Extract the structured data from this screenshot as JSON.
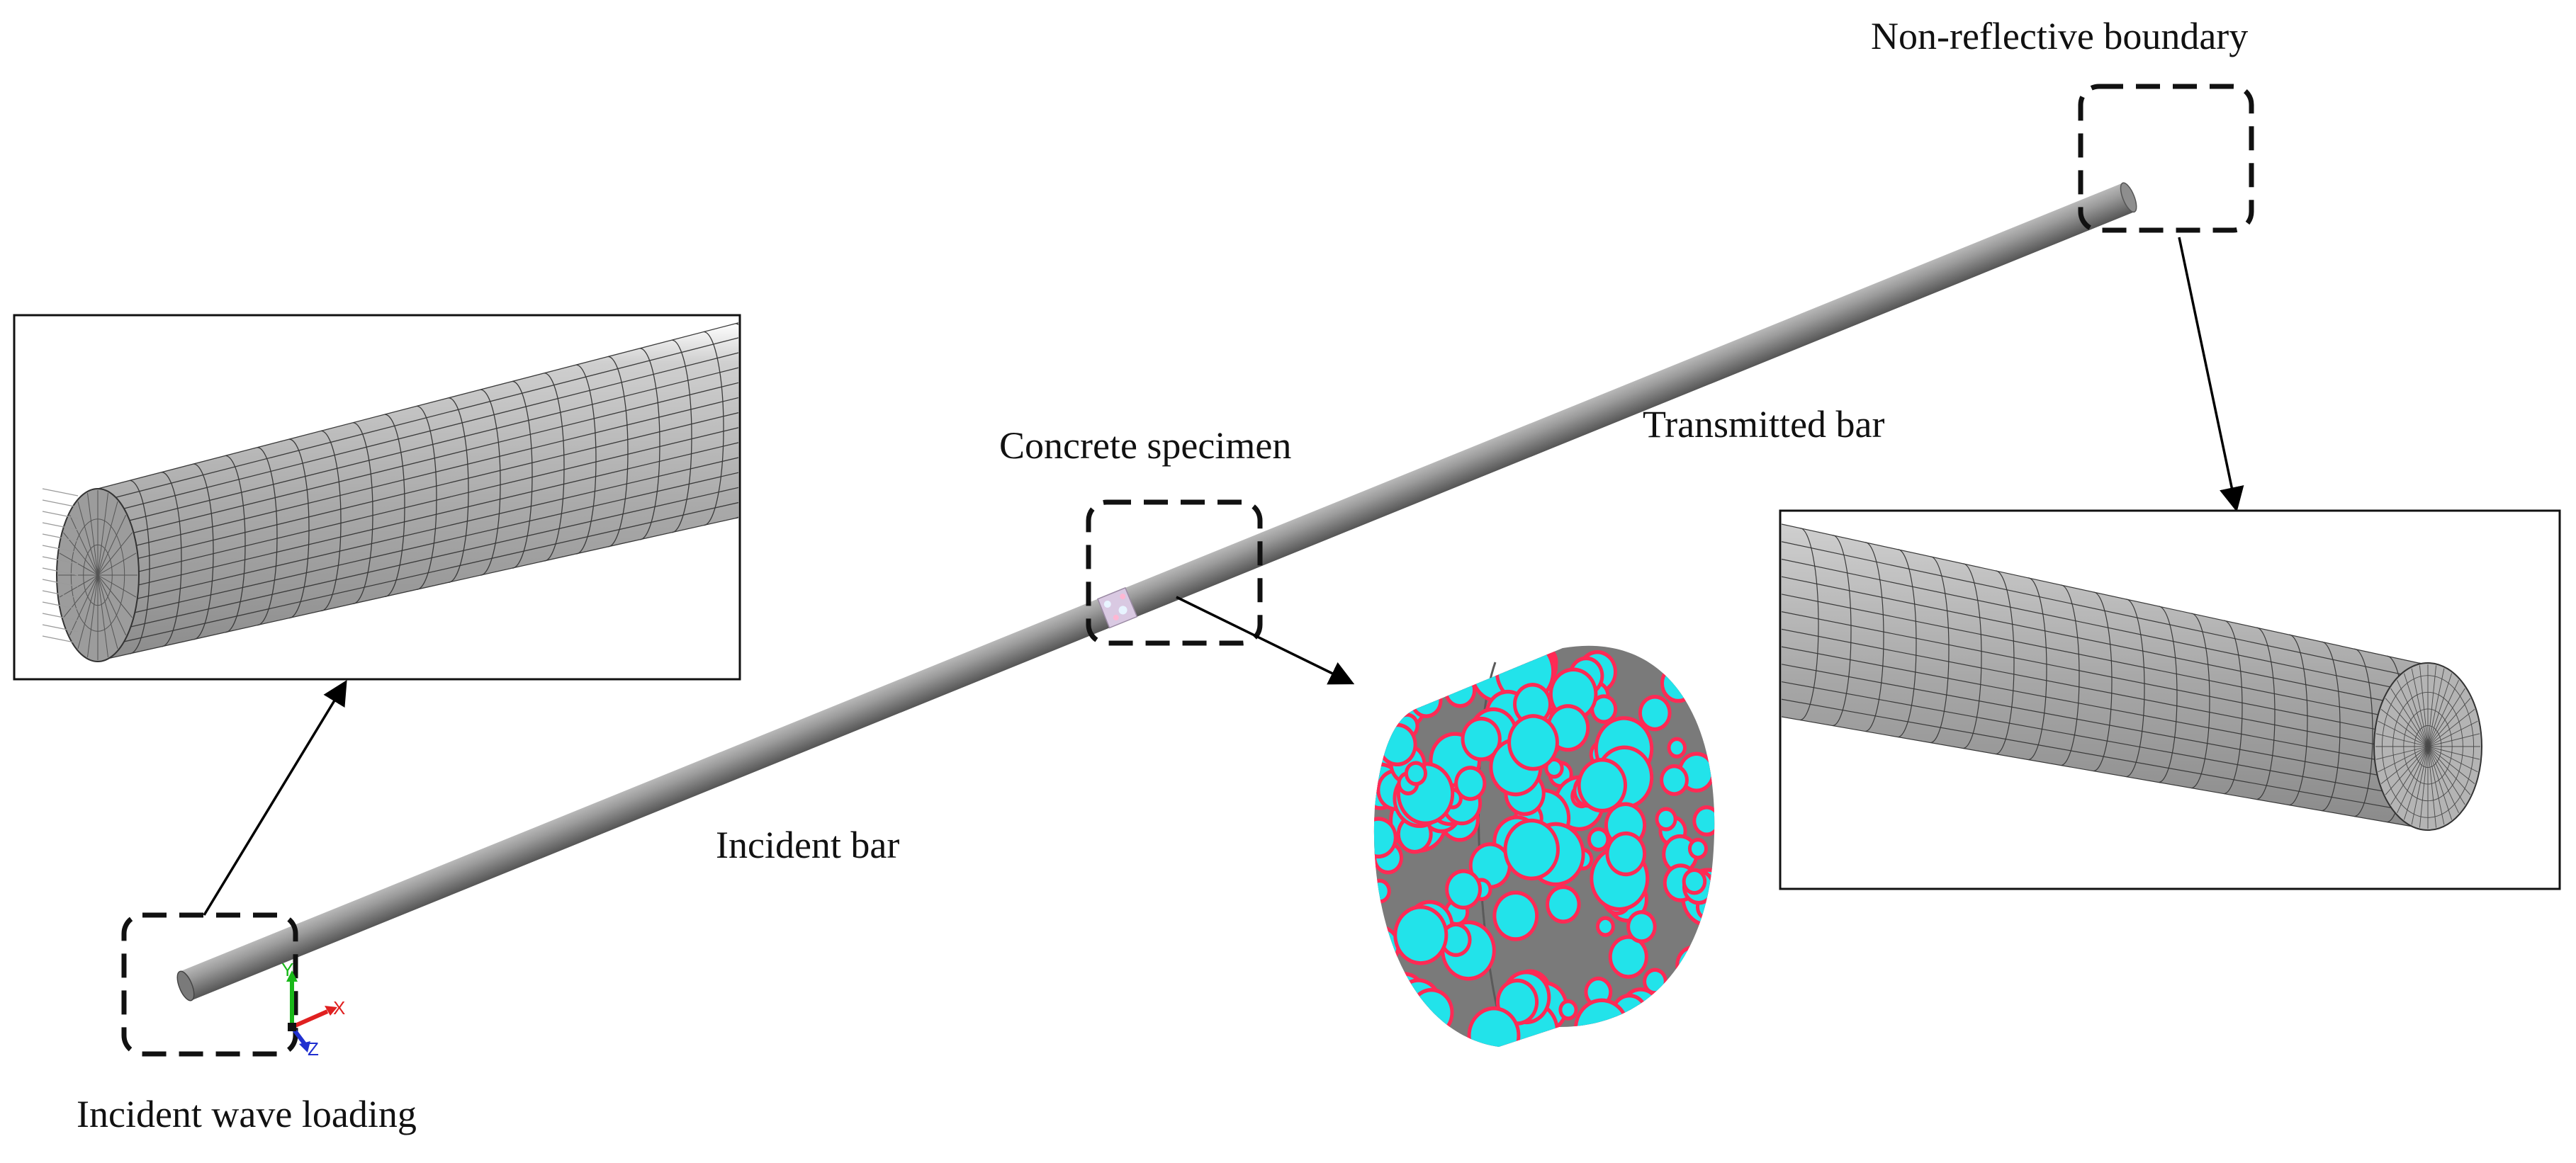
{
  "labels": {
    "non_reflective_boundary": "Non-reflective boundary",
    "concrete_specimen": "Concrete specimen",
    "transmitted_bar": "Transmitted bar",
    "incident_bar": "Incident bar",
    "incident_wave_loading": "Incident wave loading"
  },
  "axis_triad": {
    "x": "X",
    "y": "Y",
    "z": "Z"
  },
  "colors": {
    "bar": "#7f7f7f",
    "bar_highlight": "#d6d6d6",
    "mesh_line": "#2e2e2e",
    "aggregate": "#22e3ea",
    "itz": "#ff2a55",
    "mortar": "#7a7a7a",
    "axis_x": "#e02020",
    "axis_y": "#18b818",
    "axis_z": "#2030d0"
  }
}
